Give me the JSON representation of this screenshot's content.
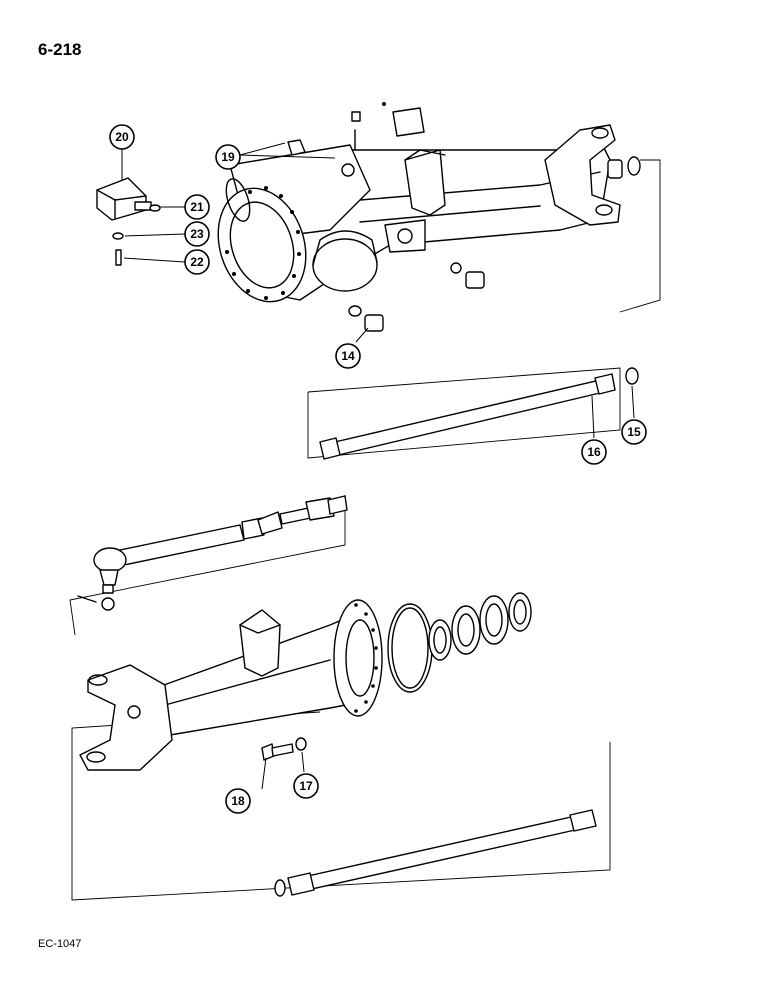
{
  "page_number": "6-218",
  "document_code": "EC-1047",
  "callouts": [
    {
      "id": "c14",
      "label": "14"
    },
    {
      "id": "c15",
      "label": "15"
    },
    {
      "id": "c16",
      "label": "16"
    },
    {
      "id": "c17",
      "label": "17"
    },
    {
      "id": "c18",
      "label": "18"
    },
    {
      "id": "c19",
      "label": "19"
    },
    {
      "id": "c20",
      "label": "20"
    },
    {
      "id": "c21",
      "label": "21"
    },
    {
      "id": "c22",
      "label": "22"
    },
    {
      "id": "c23",
      "label": "23"
    }
  ]
}
